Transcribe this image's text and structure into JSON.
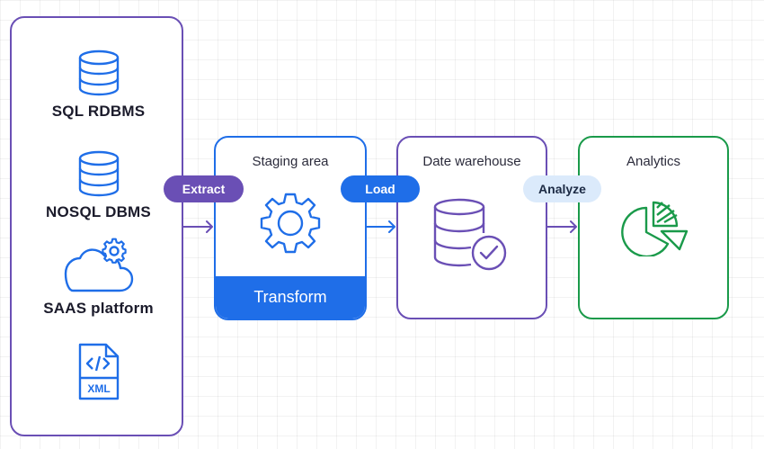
{
  "sources": {
    "items": [
      {
        "label": "SQL RDBMS",
        "icon": "database-icon"
      },
      {
        "label": "NOSQL DBMS",
        "icon": "database-icon"
      },
      {
        "label": "SAAS platform",
        "icon": "cloud-gear-icon"
      },
      {
        "label": "XML",
        "icon": "xml-file-icon"
      }
    ]
  },
  "steps": {
    "extract": "Extract",
    "load": "Load",
    "analyze": "Analyze"
  },
  "stages": {
    "staging": {
      "title": "Staging area",
      "action": "Transform",
      "icon": "gear-icon"
    },
    "warehouse": {
      "title": "Date warehouse",
      "icon": "database-check-icon"
    },
    "analytics": {
      "title": "Analytics",
      "icon": "pie-chart-icon"
    }
  },
  "colors": {
    "source_border": "#6a4fb5",
    "source_icon": "#1f6ee8",
    "staging": "#1f6ee8",
    "warehouse": "#6a4fb5",
    "analytics": "#1a9a4a",
    "analyze_pill": "#dbeafb"
  }
}
